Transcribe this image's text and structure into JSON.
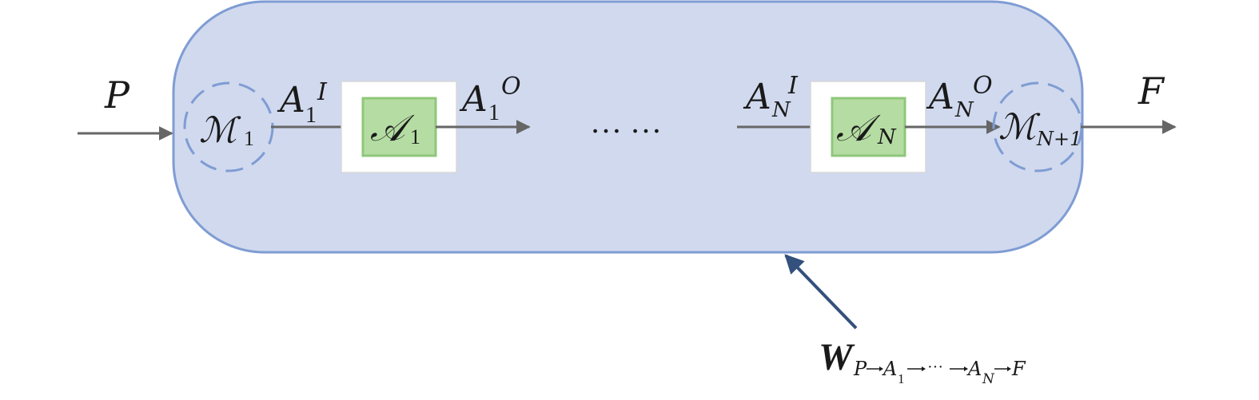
{
  "colors": {
    "container_fill": "#d0d9ee",
    "container_stroke": "#7f9cd3",
    "block_fill": "#b5dda3",
    "block_stroke": "#8ec77a",
    "frame_fill": "#ffffff",
    "frame_stroke": "#d8d8d8",
    "arrow": "#666666",
    "weight_arrow": "#34507c"
  },
  "input": {
    "label": "P"
  },
  "output": {
    "label": "F"
  },
  "first_module": {
    "symbol": "ℳ",
    "subscript": "1"
  },
  "last_module": {
    "symbol": "ℳ",
    "subscript": "N+1"
  },
  "first_block": {
    "symbol": "𝒜",
    "subscript": "1",
    "in_label": {
      "base": "A",
      "sub": "1",
      "sup": "I"
    },
    "out_label": {
      "base": "A",
      "sub": "1",
      "sup": "O"
    }
  },
  "last_block": {
    "symbol": "𝒜",
    "subscript": "N",
    "in_label": {
      "base": "A",
      "sub": "N",
      "sup": "I"
    },
    "out_label": {
      "base": "A",
      "sub": "N",
      "sup": "O"
    }
  },
  "ellipsis": "… …",
  "weight": {
    "symbol": "W",
    "path": {
      "start": "P",
      "a1_base": "A",
      "a1_sub": "1",
      "middle": "···",
      "an_base": "A",
      "an_sub": "N",
      "end": "F"
    }
  }
}
